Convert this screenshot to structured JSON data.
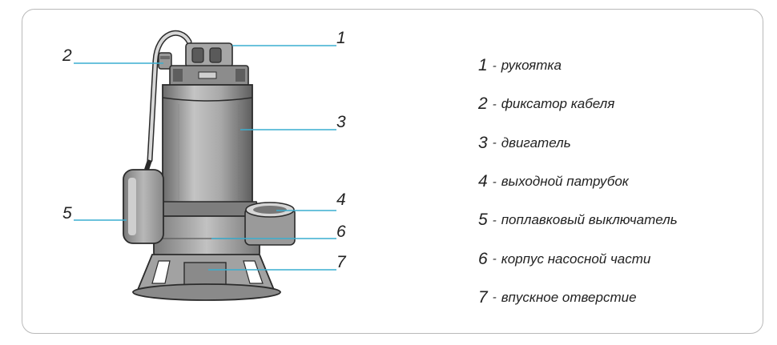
{
  "colors": {
    "leader": "#3aaed0",
    "outline": "#2b2b2b",
    "frame": "#b9b9b9",
    "body_light": "#b4b4b4",
    "body_dark": "#6e6e6e"
  },
  "callouts": [
    {
      "number": "1",
      "label": "рукоятка"
    },
    {
      "number": "2",
      "label": "фиксатор кабеля"
    },
    {
      "number": "3",
      "label": "двигатель"
    },
    {
      "number": "4",
      "label": "выходной патрубок"
    },
    {
      "number": "5",
      "label": "поплавковый выключатель"
    },
    {
      "number": "6",
      "label": "корпус насосной части"
    },
    {
      "number": "7",
      "label": "впускное отверстие"
    }
  ],
  "separator": "-"
}
